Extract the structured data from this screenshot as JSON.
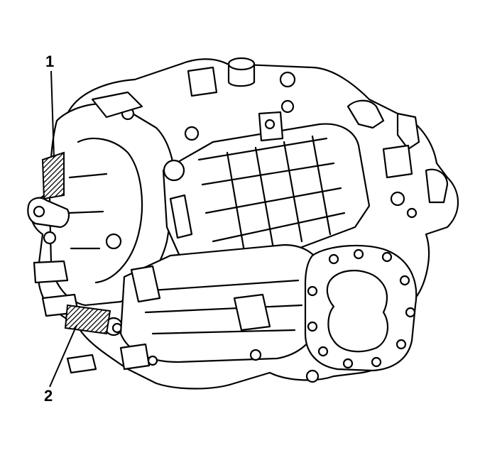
{
  "callouts": [
    {
      "label": "1"
    },
    {
      "label": "2"
    }
  ],
  "colors": {
    "line": "#000000",
    "fill": "#ffffff",
    "hatch": "#000000"
  },
  "icons": {
    "illustration": "transmission-assembly-line-drawing"
  }
}
